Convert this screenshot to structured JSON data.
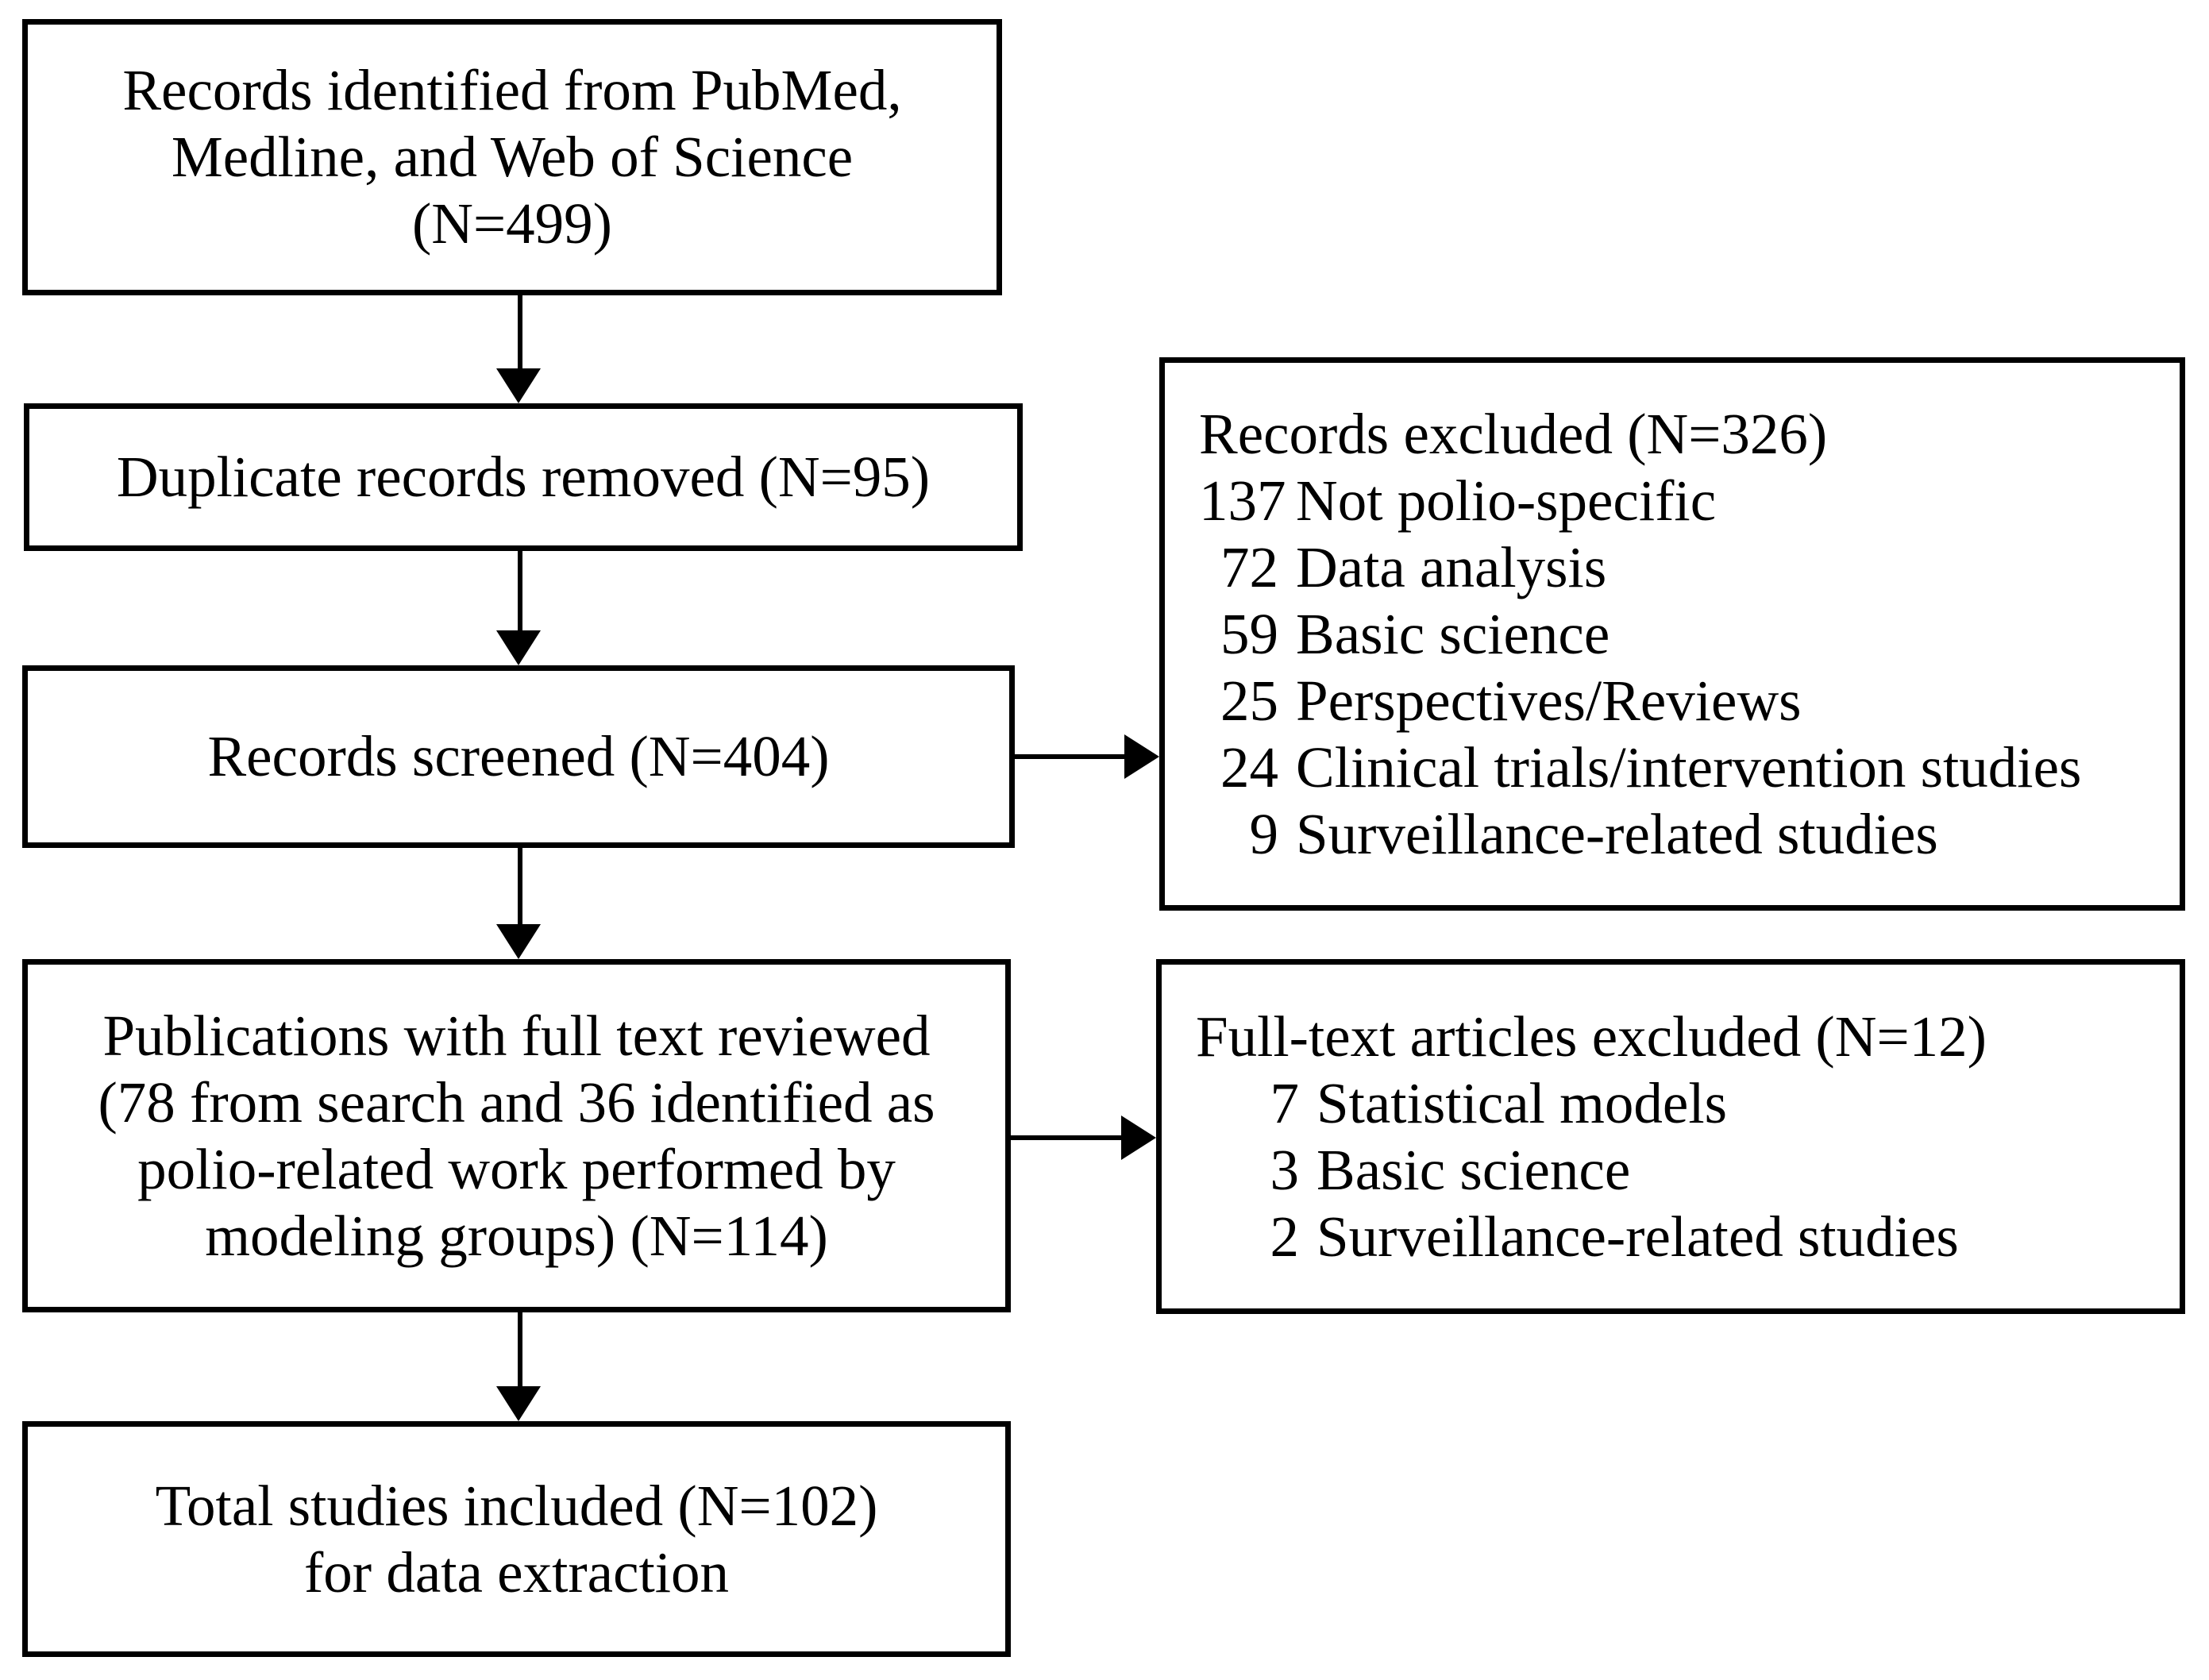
{
  "figure": {
    "type": "study-selection-flow-diagram"
  },
  "colors": {
    "background": "#ffffff",
    "border": "#000000",
    "text": "#000000",
    "arrow": "#000000"
  },
  "boxes": {
    "identified": {
      "lines": [
        "Records identified from PubMed,",
        "Medline, and Web of Science",
        "(N=499)"
      ]
    },
    "duplicates_removed": {
      "text": "Duplicate records removed (N=95)"
    },
    "screened": {
      "text": "Records screened (N=404)"
    },
    "full_text_reviewed": {
      "lines": [
        "Publications with full text reviewed",
        "(78 from search and 36 identified as",
        "polio-related work performed by",
        "modeling groups) (N=114)"
      ]
    },
    "included": {
      "lines": [
        "Total studies included (N=102)",
        "for data extraction"
      ]
    },
    "records_excluded": {
      "title": "Records excluded (N=326)",
      "items": [
        {
          "count": "137",
          "label": "Not polio-specific"
        },
        {
          "count": "72",
          "label": "Data analysis"
        },
        {
          "count": "59",
          "label": "Basic science"
        },
        {
          "count": "25",
          "label": "Perspectives/Reviews"
        },
        {
          "count": "24",
          "label": "Clinical trials/intervention studies"
        },
        {
          "count": "9",
          "label": "Surveillance-related studies"
        }
      ]
    },
    "full_text_excluded": {
      "title": "Full-text articles excluded (N=12)",
      "items": [
        {
          "count": "7",
          "label": "Statistical models"
        },
        {
          "count": "3",
          "label": "Basic science"
        },
        {
          "count": "2",
          "label": "Surveillance-related studies"
        }
      ]
    }
  }
}
